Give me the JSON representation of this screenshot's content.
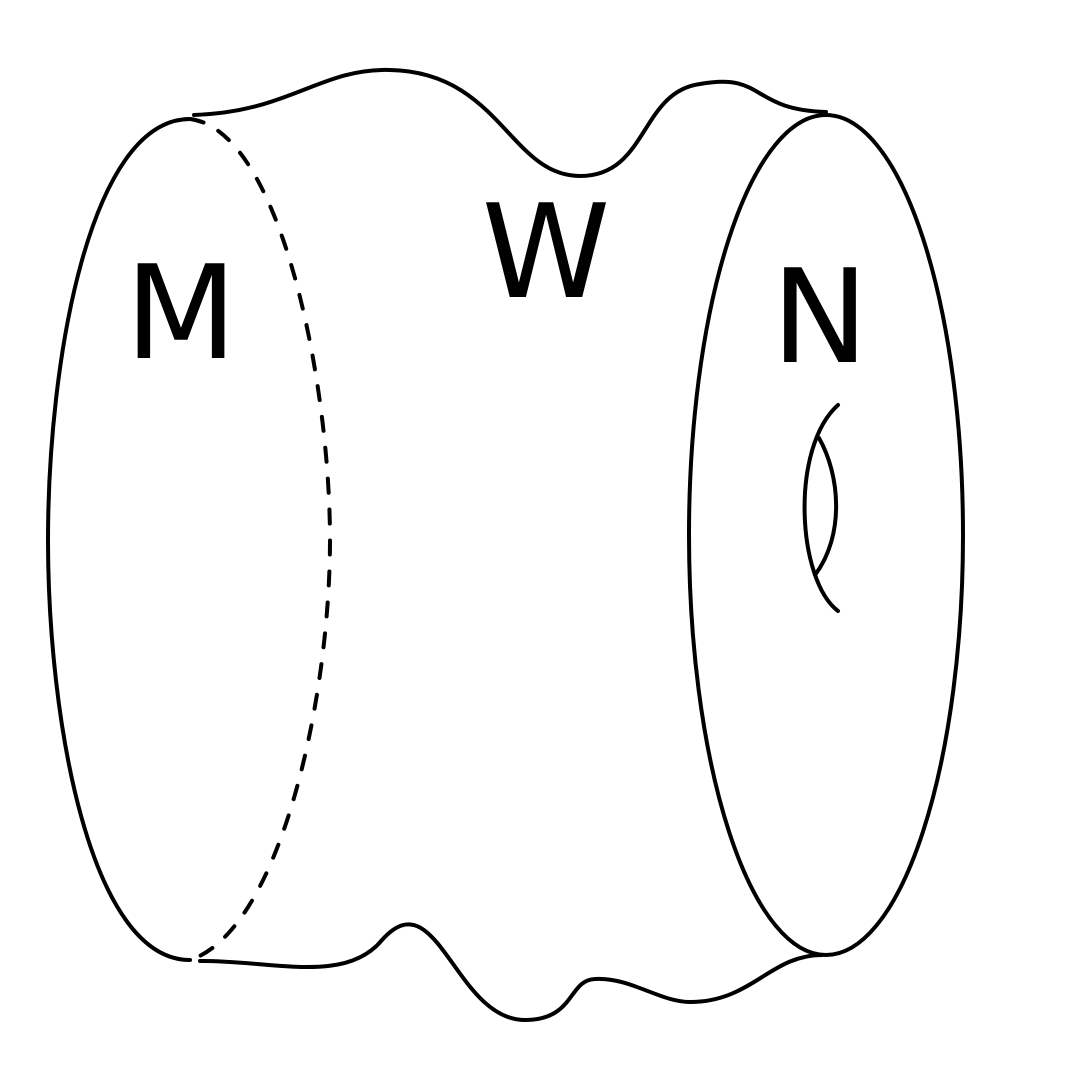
{
  "colors": {
    "ink": "#000000",
    "background": "#ffffff"
  },
  "labels": {
    "left_boundary": "M",
    "cobordism": "W",
    "right_boundary": "N"
  }
}
